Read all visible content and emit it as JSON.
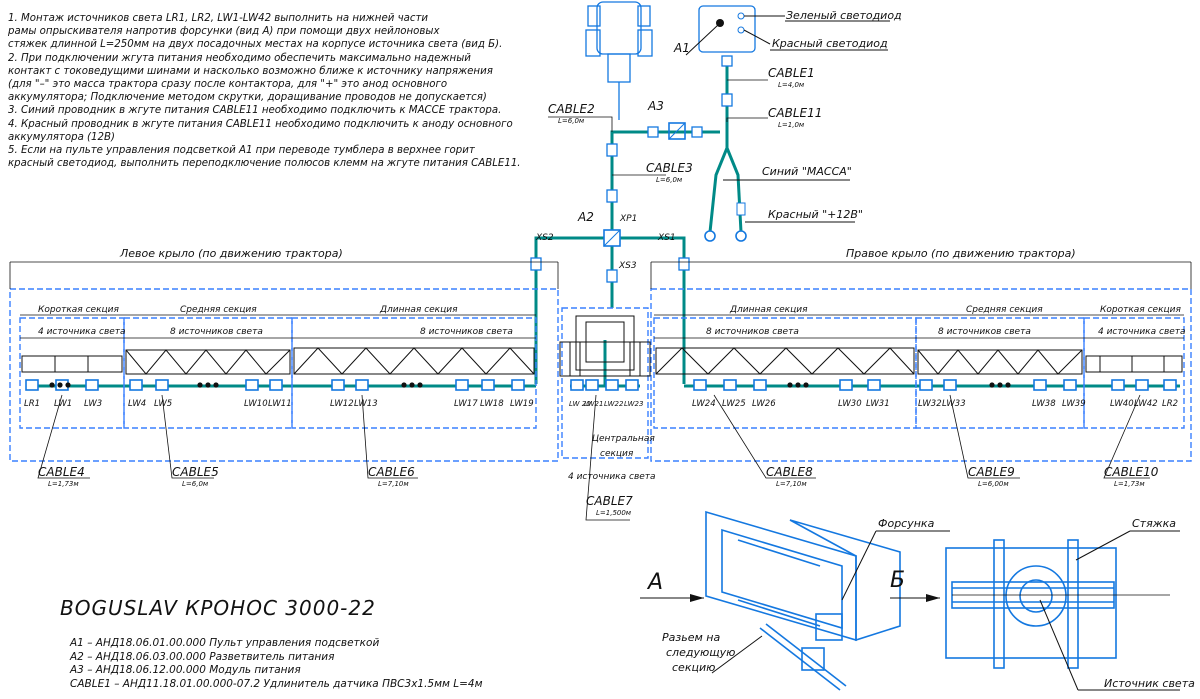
{
  "notes": [
    "1. Монтаж источников света LR1, LR2, LW1-LW42 выполнить на нижней части",
    "рамы опрыскивателя напротив форсунки (вид А) при помощи двух нейлоновых",
    "стяжек длинной L=250мм на двух посадочных местах на корпусе источника света (вид Б).",
    "2. При подключении жгута питания необходимо обеспечить максимально надежный",
    "контакт с токоведущими шинами и насколько возможно ближе к источнику напряжения",
    "(для \"–\" это масса трактора сразу после контактора, для \"+\" это анод основного",
    "аккумулятора; Подключение методом скрутки, доращивание проводов не допускается)",
    "3. Синий проводник в жгуте питания CABLE11 необходимо подключить к МАССЕ трактора.",
    "4. Красный проводник в жгуте питания CABLE11 необходимо подключить к аноду основного",
    "аккумулятора (12В)",
    "5. Если на пульте управления подсветкой А1 при переводе тумблера в верхнее горит",
    "красный светодиод, выполнить переподключение полюсов клемм на жгуте питания CABLE11."
  ],
  "title": "BOGUSLAV КРОНОС 3000-22",
  "legend": [
    "А1 – АНД18.06.01.00.000 Пульт управления подсветкой",
    "А2 – АНД18.06.03.00.000 Разветвитель питания",
    "А3 – АНД18.06.12.00.000 Модуль питания",
    "CABLE1 – АНД11.18.01.00.000-07.2 Удлинитель датчика ПВС3х1.5мм L=4м"
  ],
  "labels": {
    "led_green": "Зеленый светодиод",
    "led_red": "Красный светодиод",
    "a1": "А1",
    "a2": "А2",
    "a3": "А3",
    "xp1": "XP1",
    "xs1": "XS1",
    "xs2": "XS2",
    "xs3": "XS3",
    "ground": "Синий \"МАССА\"",
    "plus": "Красный \"+12В\"",
    "left_wing": "Левое крыло (по движению трактора)",
    "right_wing": "Правое крыло (по движению трактора)",
    "short_section": "Короткая секция",
    "middle_section": "Средняя секция",
    "long_section": "Длинная секция",
    "central_section_1": "Центральная",
    "central_section_2": "секция",
    "lights_4": "4 источника света",
    "lights_8": "8 источников света",
    "view_a": "А",
    "view_b": "Б",
    "nozzle": "Форсунка",
    "tie": "Стяжка",
    "light_source": "Источник света",
    "connector_1": "Разьем на",
    "connector_2": "следующую",
    "connector_3": "секцию"
  },
  "cables": [
    {
      "name": "CABLE1",
      "len": "L=4,0м"
    },
    {
      "name": "CABLE2",
      "len": "L=6,0м"
    },
    {
      "name": "CABLE3",
      "len": "L=6,0м"
    },
    {
      "name": "CABLE11",
      "len": "L=1,0м"
    },
    {
      "name": "CABLE4",
      "len": "L=1,73м"
    },
    {
      "name": "CABLE5",
      "len": "L=6,0м"
    },
    {
      "name": "CABLE6",
      "len": "L=7,10м"
    },
    {
      "name": "CABLE7",
      "len": "L=1,500м"
    },
    {
      "name": "CABLE8",
      "len": "L=7,10м"
    },
    {
      "name": "CABLE9",
      "len": "L=6,00м"
    },
    {
      "name": "CABLE10",
      "len": "L=1,73м"
    }
  ],
  "lamps": [
    "LR1",
    "LW1",
    "LW3",
    "LW4",
    "LW5",
    "LW10",
    "LW11",
    "LW12",
    "LW13",
    "LW17",
    "LW18",
    "LW19",
    "LW 20",
    "LW21",
    "LW22",
    "LW23",
    "LW24",
    "LW25",
    "LW26",
    "LW30",
    "LW31",
    "LW32",
    "LW33",
    "LW38",
    "LW39",
    "LW40..",
    "LW42",
    "LR2"
  ],
  "colors": {
    "wire": "#008a87",
    "blue": "#1478e0",
    "frame": "#3a80ff",
    "black": "#111111"
  }
}
